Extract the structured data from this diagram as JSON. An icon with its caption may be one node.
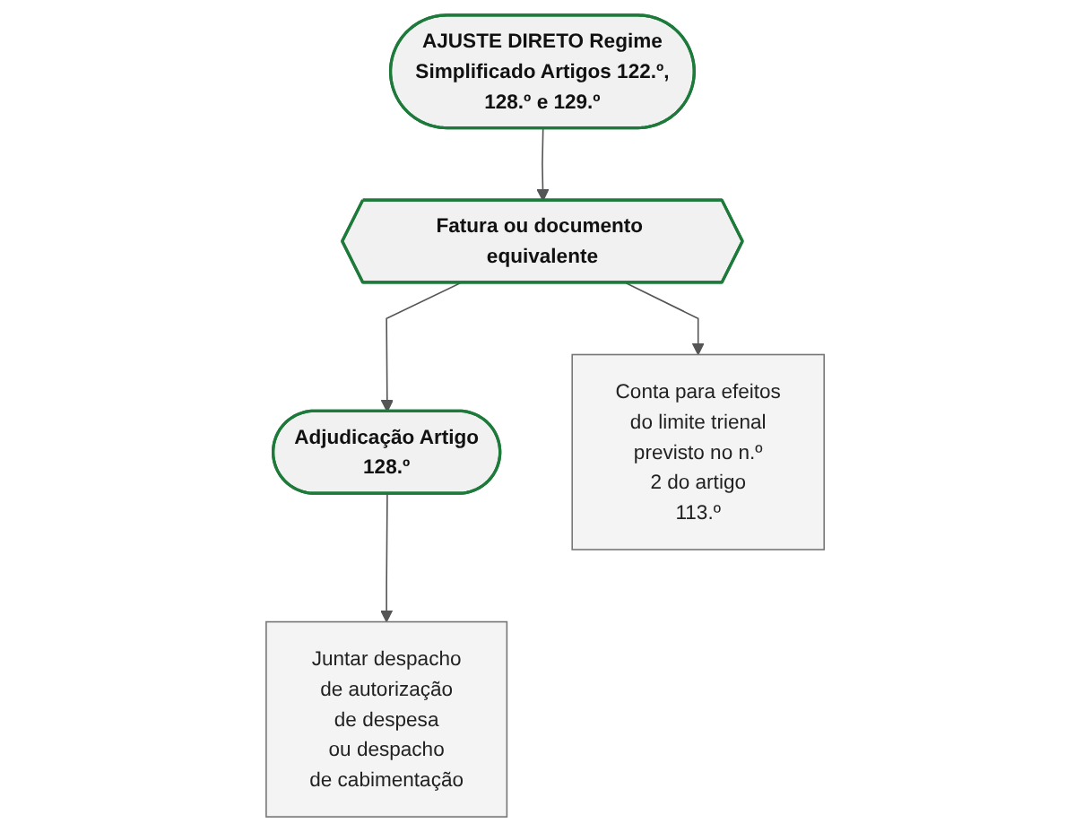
{
  "diagram": {
    "nodes": [
      {
        "text": [
          "AJUSTE DIRETO Regime Simplificado Artigos 122.º, 128.º e 129.º"
        ]
      },
      {
        "text": [
          "Fatura ou documento equivalente"
        ]
      },
      {
        "text": [
          "Adjudicação Artigo 128.º"
        ]
      },
      {
        "text": [
          "Conta para efeitos do limite trienal previsto no n.º 2 do artigo 113.º"
        ]
      },
      {
        "text": [
          "Juntar despacho de autorização de despesa ou despacho de cabimentação"
        ]
      }
    ],
    "edges": [
      {
        "from": 0,
        "to": 1,
        "arrow": "to"
      },
      {
        "from": 1,
        "to": 3,
        "arrow": "to"
      },
      {
        "from": 1,
        "to": 2,
        "arrow": "to"
      },
      {
        "from": 2,
        "to": 4,
        "arrow": "to"
      }
    ]
  }
}
